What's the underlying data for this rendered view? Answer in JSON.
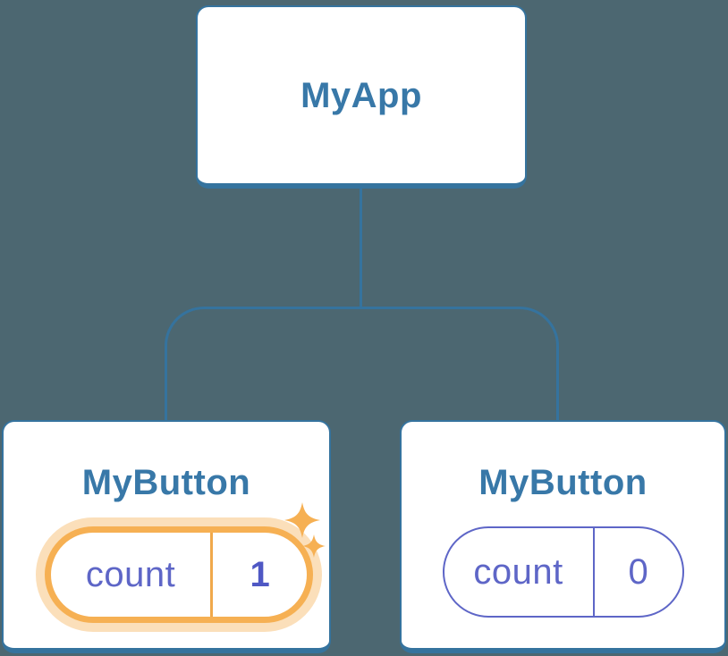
{
  "illustration": {
    "title": "react-component-tree-state-diagram",
    "tree": {
      "root": {
        "label": "MyApp"
      },
      "children": [
        {
          "label": "MyButton",
          "state": {
            "key": "count",
            "value": "1"
          },
          "highlighted": true,
          "sparkles": true
        },
        {
          "label": "MyButton",
          "state": {
            "key": "count",
            "value": "0"
          },
          "highlighted": false,
          "sparkles": false
        }
      ]
    },
    "colors": {
      "background": "#4C6771",
      "node_border": "#35739E",
      "node_title_text": "#3878A8",
      "state_text_purple": "#5E66C7",
      "state_value_active_purple": "#4F58C4",
      "highlight_orange": "#F6B053",
      "highlight_glow": "rgba(246,176,83,0.40)"
    },
    "icons": [
      "sparkle-icon-large",
      "sparkle-icon-small"
    ]
  }
}
